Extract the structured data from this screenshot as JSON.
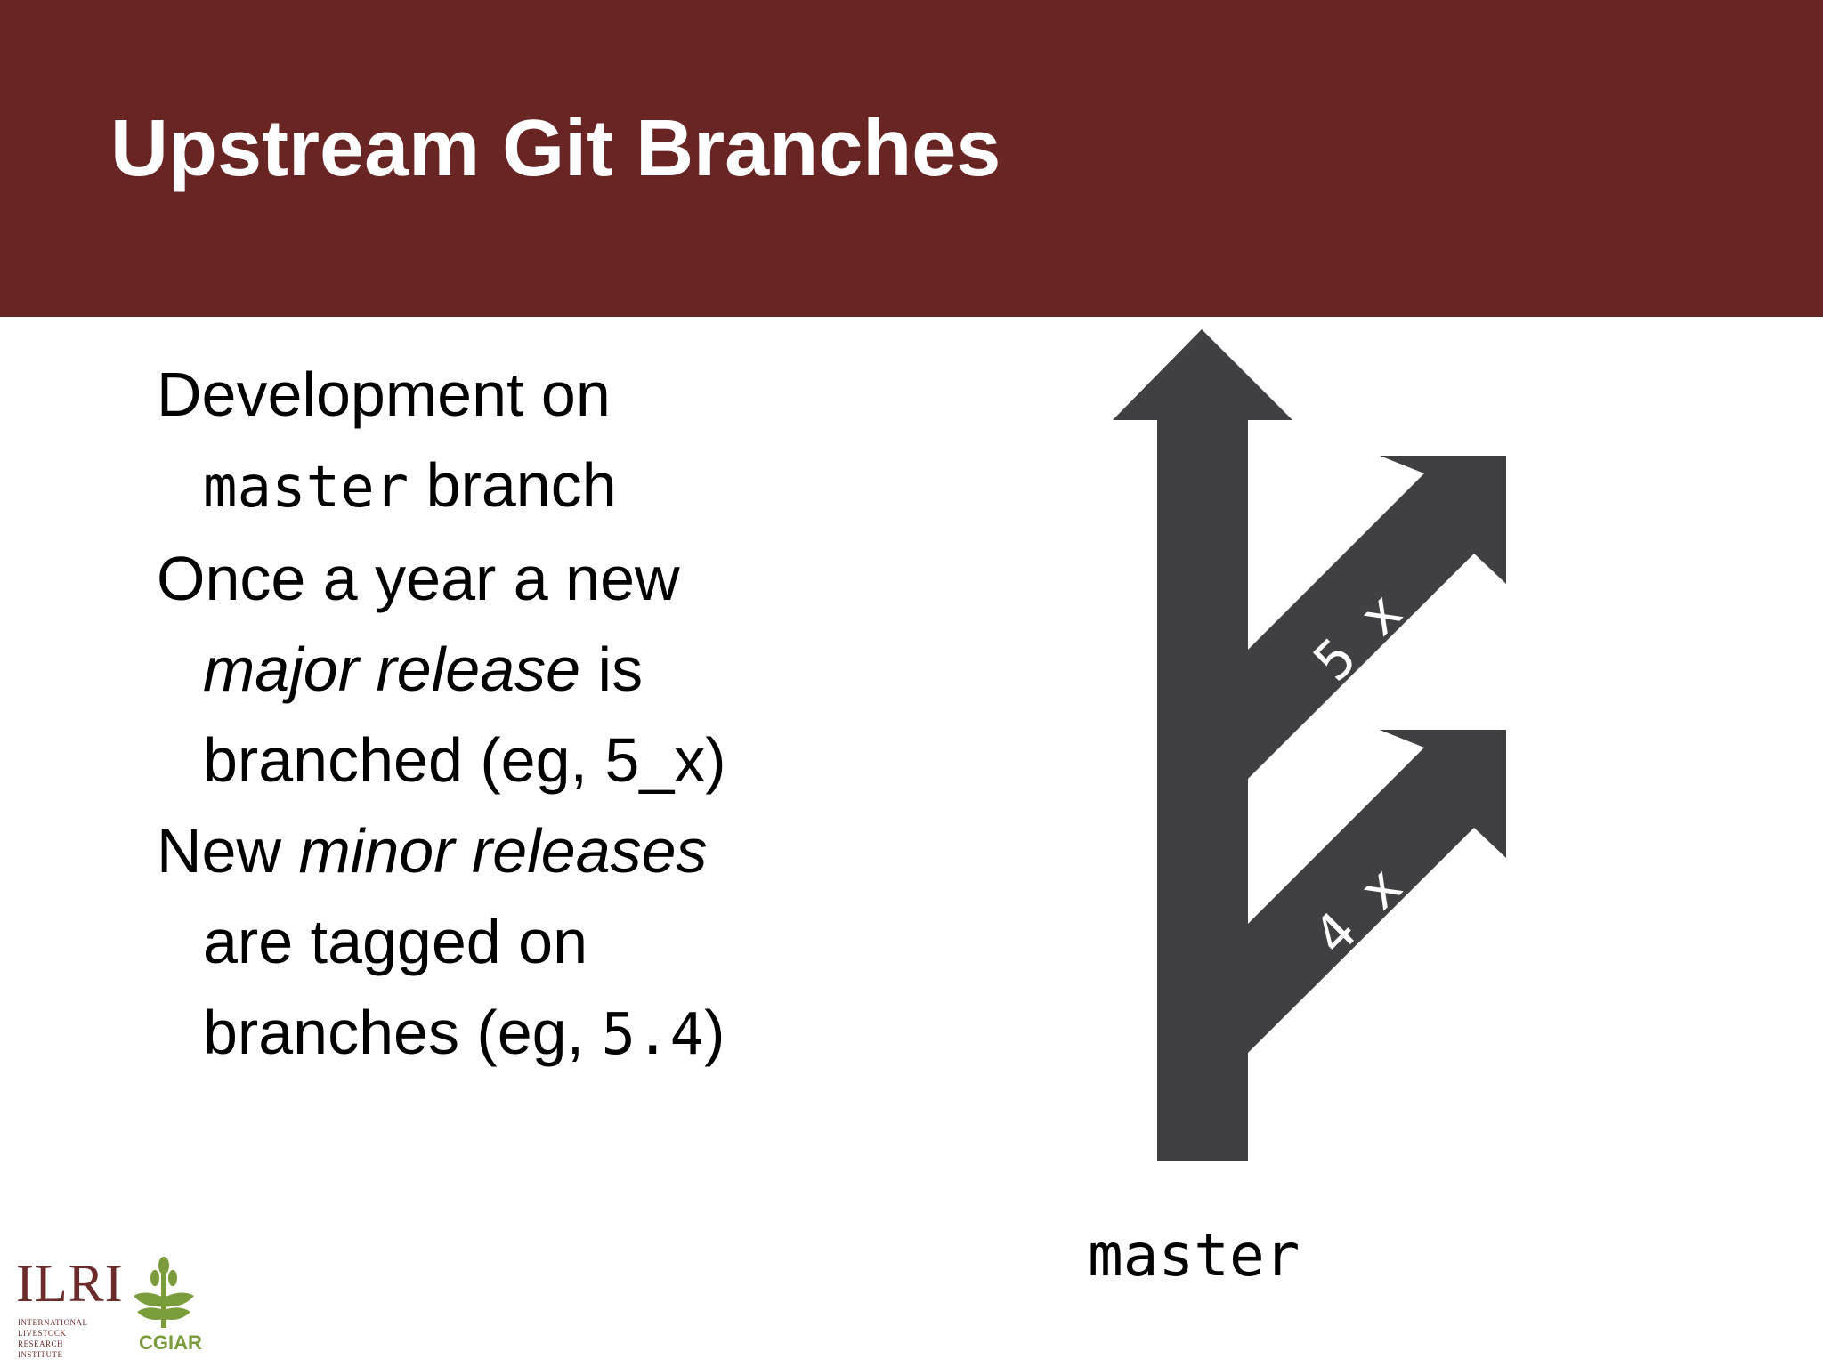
{
  "slide": {
    "title": "Upstream Git Branches",
    "colors": {
      "header": "#682523",
      "arrow": "#404042",
      "title_text": "#ffffff",
      "ilri": "#6b2b2a",
      "cgiar": "#7a9c3b"
    }
  },
  "bullets": [
    {
      "lines": [
        {
          "text": "Development on"
        },
        {
          "mono": "master",
          "text": " branch"
        }
      ]
    },
    {
      "lines": [
        {
          "text": "Once a year a new"
        },
        {
          "em": "major release",
          "text": " is"
        },
        {
          "text": "branched (eg, 5_x)"
        }
      ]
    },
    {
      "lines": [
        {
          "text_before": "New ",
          "em": "minor releases"
        },
        {
          "text": "are tagged on"
        },
        {
          "text": "branches (eg, ",
          "mono": "5.4",
          "text_after": ")"
        }
      ]
    }
  ],
  "diagram": {
    "trunk_label": "master",
    "branches": [
      {
        "label": "5_x"
      },
      {
        "label": "4_x"
      }
    ]
  },
  "logos": {
    "ilri": "ILRI",
    "ilri_subtitle": "INTERNATIONAL LIVESTOCK RESEARCH INSTITUTE",
    "cgiar": "CGIAR",
    "cgiar_icon": "wheat-icon"
  }
}
